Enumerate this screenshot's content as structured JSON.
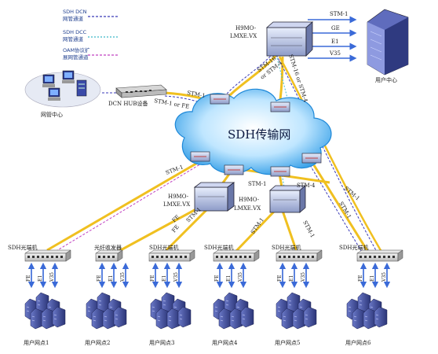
{
  "legend": {
    "items": [
      {
        "label_line1": "SDH DCN",
        "label_line2": "网管通道",
        "color": "#3a3ab8",
        "dash": "4,2"
      },
      {
        "label_line1": "SDH DCC",
        "label_line2": "网管通道",
        "color": "#3ab8c8",
        "dash": "2,2"
      },
      {
        "label_line1": "OAM协议扩",
        "label_line2": "展网管通道",
        "color": "#c040c0",
        "dash": "3,2"
      }
    ]
  },
  "nodes": {
    "core_device": "H9MO-\nLMXE.VX",
    "user_center": "用户中心",
    "nms_center": "网管中心",
    "dcn_hub": "DCN HUB设备",
    "cloud": "SDH传输网",
    "mid_device_left": "H9MO-\nLMXE.VX",
    "mid_device_right": "H9MO-\nLMXE.VX",
    "optical_transceiver": "光纤收发器"
  },
  "user_center_ports": [
    "STM-1",
    "GE",
    "E1",
    "V35"
  ],
  "link_labels": {
    "core_to_cloud_a": "STM-16\nor STM-4",
    "core_to_cloud_b": "STM-16 or STM-4",
    "hub_stm1_a": "STM-1",
    "hub_stm1_b": "STM-1 or FE",
    "left_stm1": "STM-1",
    "mid_left_stm1": "STM-1",
    "mid_right_stm4": "STM-4",
    "right_stm1": "STM-1",
    "fe_left": "FE",
    "fe_mid": "FE",
    "stm1_mid": "STM-1",
    "stm1_r1": "STM-1",
    "stm1_r2": "STM-1",
    "stm1_r3": "STM-1"
  },
  "terminals": [
    "SDH光端机",
    "光纤收发器",
    "SDH光端机",
    "SDH光端机",
    "SDH光端机",
    "SDH光端机"
  ],
  "port_labels_full": [
    "FE",
    "E1",
    "V35"
  ],
  "port_labels_fe": [
    "FE",
    "E1",
    "V35"
  ],
  "sites": [
    "用户网点1",
    "用户网点2",
    "用户网点3",
    "用户网点4",
    "用户网点5",
    "用户网点6"
  ],
  "colors": {
    "fiber": "#f0c020",
    "dcn": "#3a3ab8",
    "dcc": "#3ab8c8",
    "oam": "#c040c0",
    "cloud": "#3aa8e8"
  }
}
